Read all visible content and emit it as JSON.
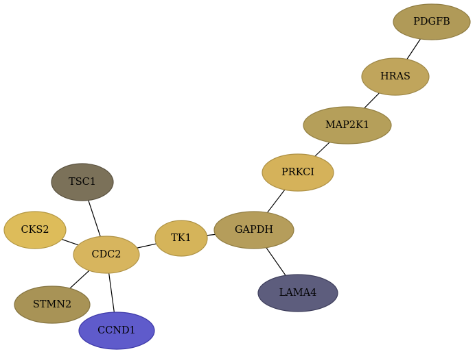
{
  "graph": {
    "nodes": [
      {
        "id": "PDGFB",
        "label": "PDGFB",
        "fill": "#b09a58",
        "stroke": "#8f7c42"
      },
      {
        "id": "HRAS",
        "label": "HRAS",
        "fill": "#c0a55c",
        "stroke": "#9c8646"
      },
      {
        "id": "MAP2K1",
        "label": "MAP2K1",
        "fill": "#b59f5a",
        "stroke": "#938043"
      },
      {
        "id": "PRKCI",
        "label": "PRKCI",
        "fill": "#d5b25a",
        "stroke": "#ad9044"
      },
      {
        "id": "GAPDH",
        "label": "GAPDH",
        "fill": "#b59d5b",
        "stroke": "#927e44"
      },
      {
        "id": "LAMA4",
        "label": "LAMA4",
        "fill": "#5d5d7d",
        "stroke": "#3f3f5c"
      },
      {
        "id": "TK1",
        "label": "TK1",
        "fill": "#d5b45a",
        "stroke": "#ae9244"
      },
      {
        "id": "TSC1",
        "label": "TSC1",
        "fill": "#7b7159",
        "stroke": "#5a5240"
      },
      {
        "id": "CDC2",
        "label": "CDC2",
        "fill": "#d7b55e",
        "stroke": "#b09347"
      },
      {
        "id": "CKS2",
        "label": "CKS2",
        "fill": "#ddbc5a",
        "stroke": "#b39743"
      },
      {
        "id": "STMN2",
        "label": "STMN2",
        "fill": "#a89356",
        "stroke": "#857441"
      },
      {
        "id": "CCND1",
        "label": "CCND1",
        "fill": "#5f5bcb",
        "stroke": "#3d39a8"
      }
    ],
    "edges": [
      {
        "source": "PDGFB",
        "target": "HRAS"
      },
      {
        "source": "HRAS",
        "target": "MAP2K1"
      },
      {
        "source": "MAP2K1",
        "target": "PRKCI"
      },
      {
        "source": "PRKCI",
        "target": "GAPDH"
      },
      {
        "source": "GAPDH",
        "target": "LAMA4"
      },
      {
        "source": "GAPDH",
        "target": "TK1"
      },
      {
        "source": "TK1",
        "target": "CDC2"
      },
      {
        "source": "TSC1",
        "target": "CDC2"
      },
      {
        "source": "CKS2",
        "target": "CDC2"
      },
      {
        "source": "STMN2",
        "target": "CDC2"
      },
      {
        "source": "CCND1",
        "target": "CDC2"
      }
    ]
  }
}
